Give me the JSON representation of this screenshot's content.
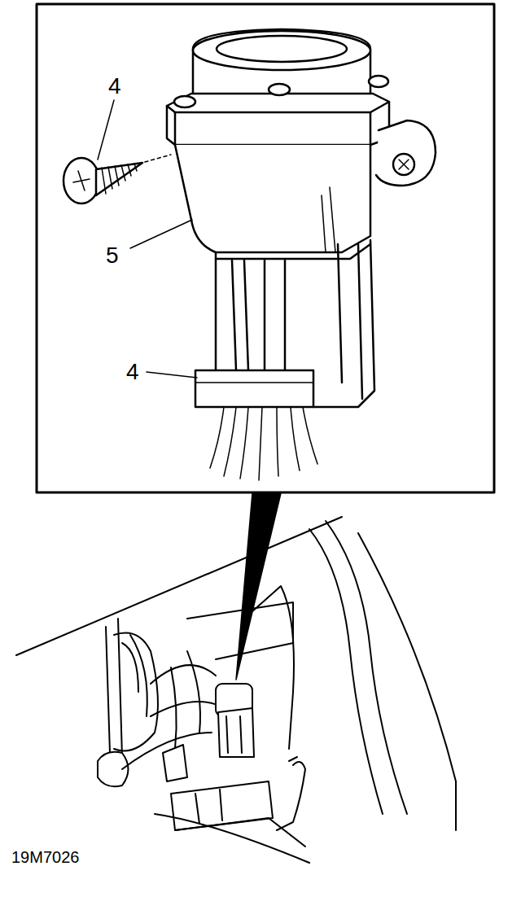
{
  "diagram": {
    "labels": [
      "4",
      "5",
      "4",
      "19M7026"
    ]
  }
}
